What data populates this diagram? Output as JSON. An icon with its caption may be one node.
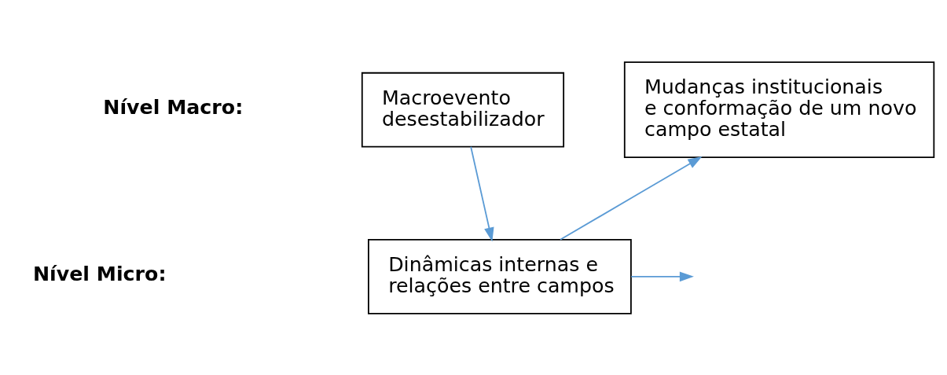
{
  "diagram": {
    "nodes": [
      {
        "text": [
          "Macroevento desestabilizador"
        ]
      },
      {
        "text": [
          "Mudanças institucionais e conformação de um novo campo estatal"
        ]
      },
      {
        "text": [
          "Dinâmicas internas e relações entre campos"
        ]
      }
    ],
    "edges": [
      {
        "from": 0,
        "to": 2,
        "arrow": "to"
      },
      {
        "from": 2,
        "to": null,
        "arrow": "to"
      },
      {
        "from": 2,
        "to": 1,
        "arrow": "to"
      }
    ],
    "labels": [
      "Nível Macro:",
      "Nível Micro:"
    ]
  }
}
